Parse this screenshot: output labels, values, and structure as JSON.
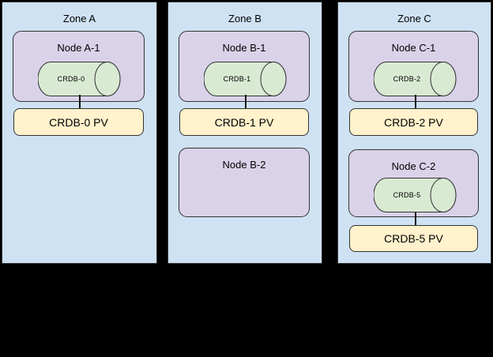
{
  "colors": {
    "background": "#000000",
    "zone_fill": "#cfe2f3",
    "node_fill": "#d9d2e9",
    "cylinder_fill": "#d9ead3",
    "pv_fill": "#fff2cc",
    "border": "#333333",
    "text": "#000000"
  },
  "zones": [
    {
      "title": "Zone A",
      "nodes": [
        {
          "label": "Node A-1",
          "cylinder": "CRDB-0",
          "pv": "CRDB-0 PV"
        }
      ]
    },
    {
      "title": "Zone B",
      "nodes": [
        {
          "label": "Node B-1",
          "cylinder": "CRDB-1",
          "pv": "CRDB-1 PV"
        },
        {
          "label": "Node B-2"
        }
      ]
    },
    {
      "title": "Zone C",
      "nodes": [
        {
          "label": "Node C-1",
          "cylinder": "CRDB-2",
          "pv": "CRDB-2 PV"
        },
        {
          "label": "Node C-2",
          "cylinder": "CRDB-5",
          "pv": "CRDB-5 PV"
        }
      ]
    }
  ]
}
